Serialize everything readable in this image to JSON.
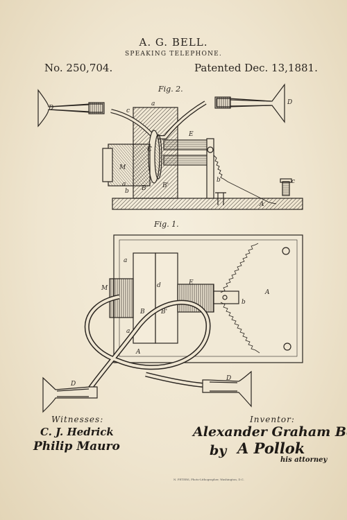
{
  "header": {
    "inventor_name": "A. G. BELL.",
    "title": "SPEAKING TELEPHONE.",
    "patent_number": "No. 250,704.",
    "patent_date": "Patented Dec. 13,1881."
  },
  "figures": {
    "fig2": {
      "label": "Fig. 2.",
      "letters": [
        "D",
        "a",
        "D",
        "c",
        "E",
        "C",
        "M",
        "a",
        "b",
        "B",
        "B'",
        "b",
        "c",
        "A"
      ]
    },
    "fig1": {
      "label": "Fig. 1.",
      "letters": [
        "a",
        "M",
        "d",
        "E",
        "B",
        "B'",
        "a",
        "A",
        "b",
        "A",
        "D",
        "D"
      ]
    }
  },
  "footer": {
    "witnesses_heading": "Witnesses:",
    "witness_1": "C. J. Hedrick",
    "witness_2": "Philip Mauro",
    "inventor_heading": "Inventor:",
    "inventor_signature": "Alexander Graham Bell",
    "attorney_by": "by",
    "attorney_signature": "A Pollok",
    "attorney_label": "his attorney",
    "printer_credit": "N. PETERS, Photo-Lithographer, Washington, D.C."
  },
  "colors": {
    "paper": "#efe6d2",
    "ink": "#2a2520"
  }
}
